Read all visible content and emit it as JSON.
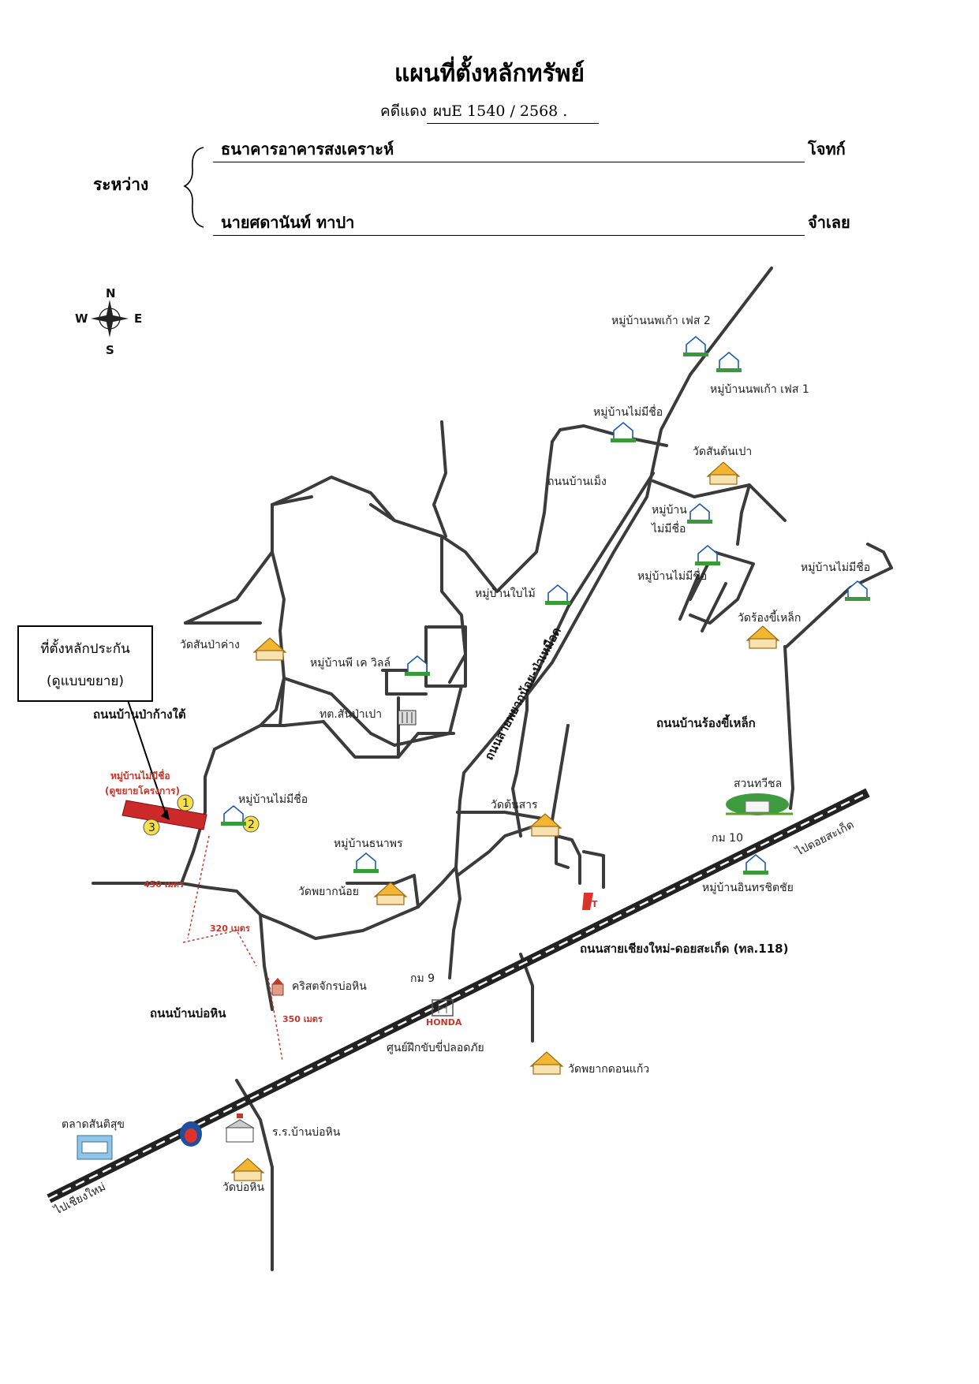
{
  "document": {
    "title": "แผนที่ตั้งหลักทรัพย์",
    "case_label": "คดีแดง",
    "case_number": "ผบE 1540 / 2568 .",
    "between_label": "ระหว่าง",
    "plaintiff_name": "ธนาคารอาคารสงเคราะห์",
    "plaintiff_role": "โจทก์",
    "defendant_name": "นายศดานันท์  ทาปา",
    "defendant_role": "จำเลย"
  },
  "compass": {
    "north": "N",
    "south": "S",
    "east": "E",
    "west": "W"
  },
  "location_box": {
    "line1": "ที่ตั้งหลักประกัน",
    "line2": "(ดูแบบขยาย)"
  },
  "map": {
    "villages": {
      "nopkao2": "หมู่บ้านนพเก้า เฟส 2",
      "nopkao1": "หมู่บ้านนพเก้า เฟส 1",
      "noname1": "หมู่บ้านไม่มีชื่อ",
      "noname2_line1": "หมู่บ้าน",
      "noname2_line2": "ไม่มีชื่อ",
      "noname3": "หมู่บ้านไม่มีชื่อ",
      "noname4": "หมู่บ้านไม่มีชื่อ",
      "bai_mai": "หมู่บ้านใบไม้",
      "pk_ville": "หมู่บ้านพี เค วิลล์",
      "noname5": "หมู่บ้านไม่มีชื่อ",
      "thanaporn": "หมู่บ้านธนาพร",
      "inthakhit": "หมู่บ้านอินทรชิตชัย",
      "project": "หมู่บ้านไม่มีชื่อ",
      "project_sub": "(ดูขยายโครงการ)"
    },
    "temples": {
      "san_ton_pao": "วัดสันต้นเปา",
      "rong_khi_lek": "วัดร้องขี้เหล็ก",
      "san_pa_kang": "วัดสันป่าค่าง",
      "ton_san": "วัดต้นสาร",
      "phayak_noi": "วัดพยากน้อย",
      "phayak_don_kaeo": "วัดพยากดอนแก้ว",
      "bo_hin": "วัดบ่อหิน"
    },
    "places": {
      "tambon_office": "ทต.สันป่าเปา",
      "suan_thawichon": "สวนทวีชล",
      "km10": "กม 10",
      "km9": "กม 9",
      "church": "คริสตจักรบ่อหิน",
      "honda_logo": "HONDA",
      "driving_center": "ศูนย์ฝึกขับขี่ปลอดภัย",
      "market": "ตลาดสันติสุข",
      "school": "ร.ร.บ้านบ่อหิน",
      "pt_logo": "PT"
    },
    "roads": {
      "mueang": "ถนนบ้านเม็ง",
      "sai_phayak": "ถนนสายพยากน้อย-ป่าเหมือด",
      "rong_khi_lek": "ถนนบ้านร้องขี้เหล็ก",
      "pa_kang_tai": "ถนนบ้านป่าก้างใต้",
      "bo_hin": "ถนนบ้านบ่อหิน",
      "highway": "ถนนสายเชียงใหม่-ดอยสะเก็ด (ทล.118)",
      "to_doi_saket": "ไปดอยสะเก็ด",
      "to_chiang_mai": "ไปเชียงใหม่"
    },
    "distances": {
      "d450": "450 เมตร",
      "d320": "320 เมตร",
      "d350": "350 เมตร"
    },
    "markers": {
      "m1": "1",
      "m2": "2",
      "m3": "3"
    }
  }
}
